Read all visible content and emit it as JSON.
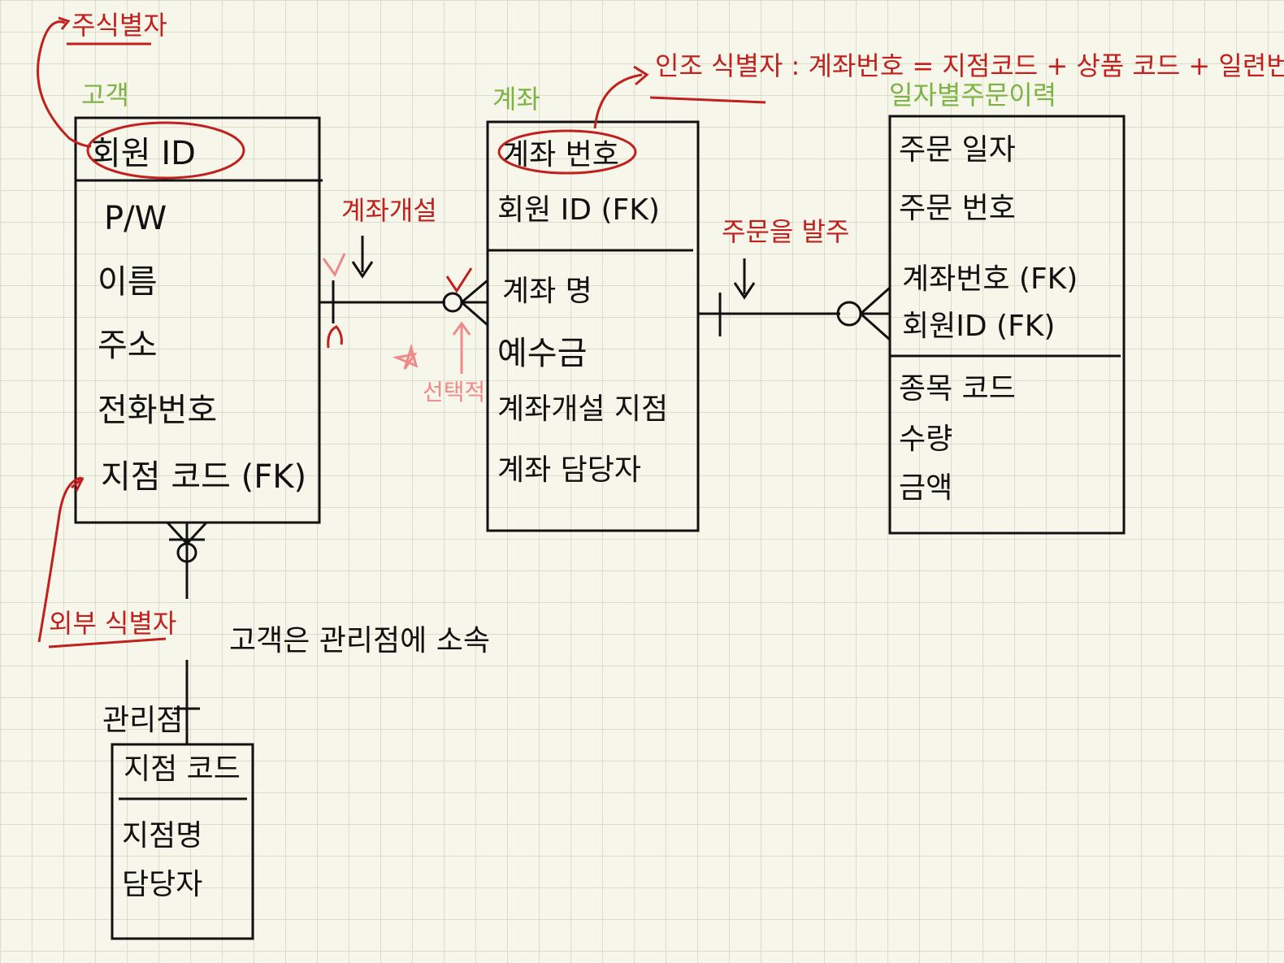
{
  "annotations": {
    "primary_identifier": "주식별자",
    "foreign_identifier": "외부 식별자",
    "artificial_identifier": "인조 식별자 : 계좌번호 = 지점코드 + 상품 코드 + 일련번호",
    "open_account": "계좌개설",
    "place_order": "주문을 발주",
    "optional": "선택적",
    "belongs_note": "고객은 관리점에 소속",
    "branch_label": "관리점"
  },
  "entities": {
    "customer": {
      "title": "고객",
      "key": "회원 ID",
      "attrs": [
        "P/W",
        "이름",
        "주소",
        "전화번호",
        "지점 코드 (FK)"
      ]
    },
    "account": {
      "title": "계좌",
      "keys": [
        "계좌 번호",
        "회원 ID (FK)"
      ],
      "attrs": [
        "계좌 명",
        "예수금",
        "계좌개설 지점",
        "계좌 담당자"
      ]
    },
    "order_history": {
      "title": "일자별주문이력",
      "keys": [
        "주문 일자",
        "주문 번호",
        "계좌번호 (FK)",
        "회원ID (FK)"
      ],
      "attrs": [
        "종목 코드",
        "수량",
        "금액"
      ]
    },
    "branch": {
      "key": "지점 코드",
      "attrs": [
        "지점명",
        "담당자"
      ]
    }
  },
  "colors": {
    "ink": "#111111",
    "red": "#c0201e",
    "green": "#7cb342",
    "pink": "#ef8a8a",
    "paper": "#f7f6ea"
  }
}
